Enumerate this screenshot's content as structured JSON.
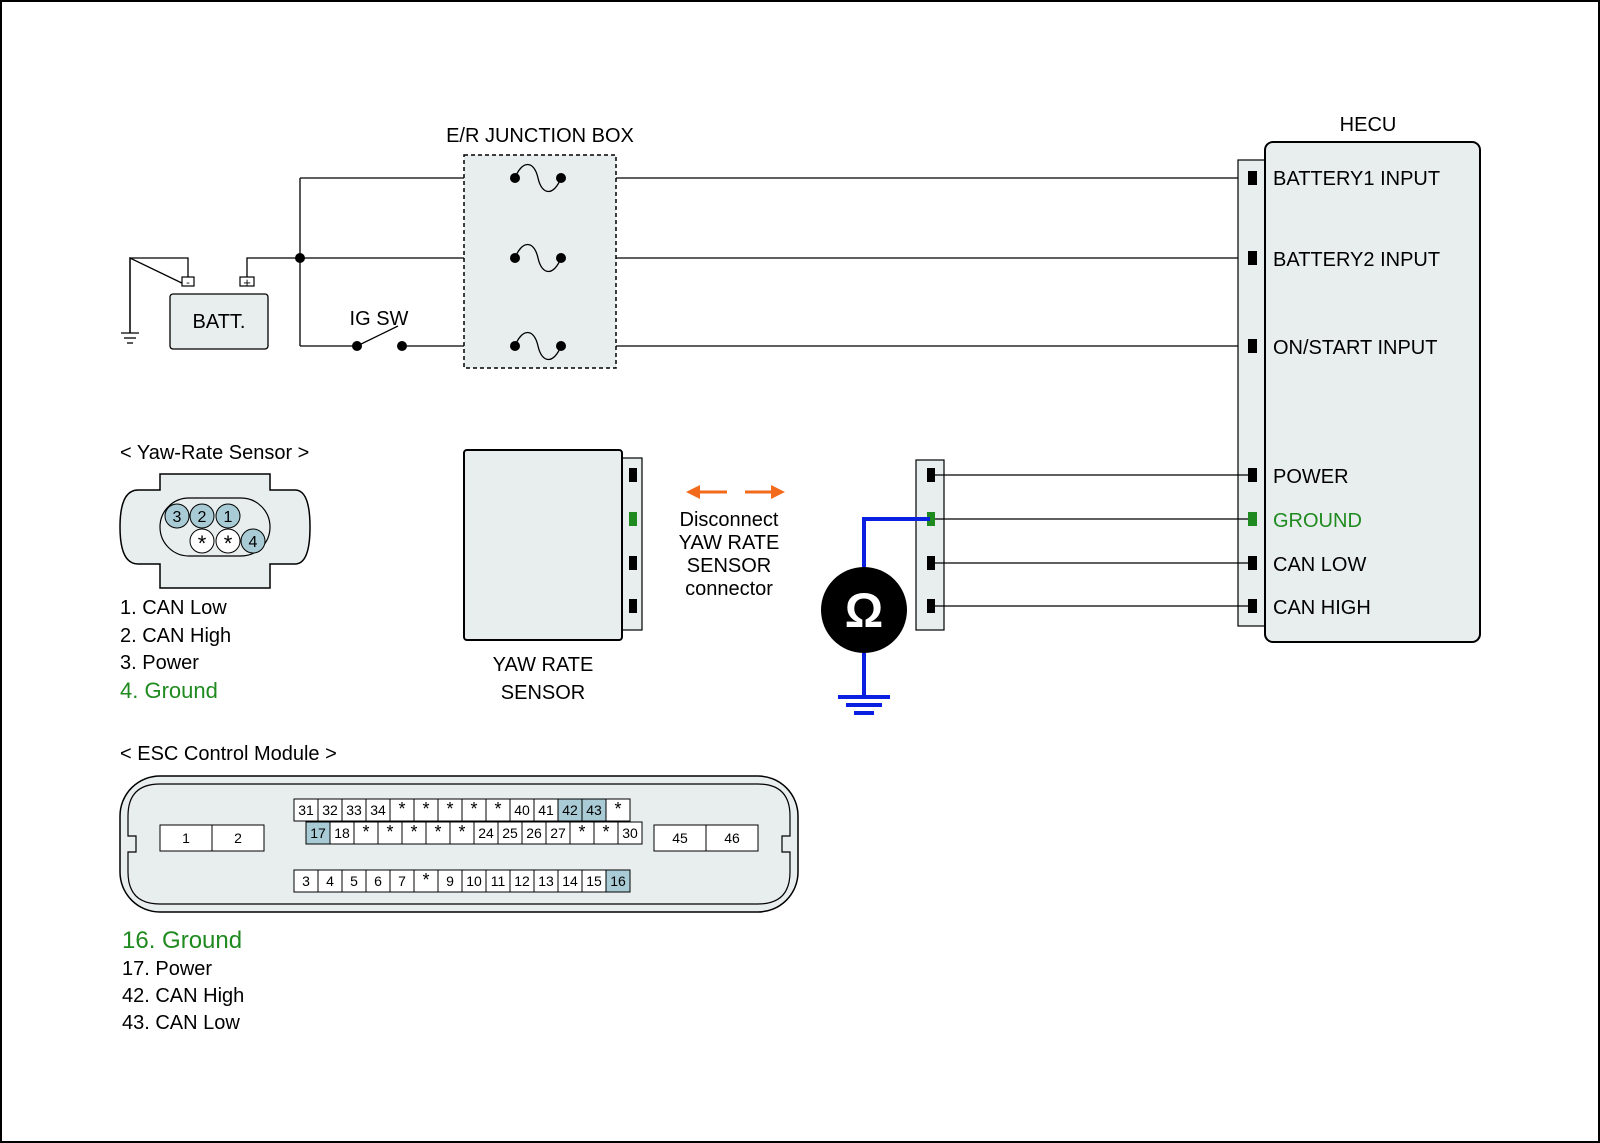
{
  "colors": {
    "wire": "#000000",
    "box_fill": "#e8eeee",
    "pin_highlight": "#a9cbd5",
    "ground_green": "#1f8a1f",
    "meter_lead": "#0b1fe0",
    "arrow_orange": "#f26a1b"
  },
  "junction_box": {
    "title": "E/R JUNCTION BOX"
  },
  "battery": {
    "label": "BATT.",
    "neg": "-",
    "pos": "+"
  },
  "ig_switch": {
    "label": "IG SW"
  },
  "hecu": {
    "title": "HECU",
    "inputs": [
      "BATTERY1 INPUT",
      "BATTERY2 INPUT",
      "ON/START INPUT",
      "POWER",
      "GROUND",
      "CAN LOW",
      "CAN HIGH"
    ]
  },
  "yaw_sensor": {
    "header": "< Yaw-Rate Sensor >",
    "pins_top": [
      "3",
      "2",
      "1"
    ],
    "pins_bottom": [
      "*",
      "*",
      "4"
    ],
    "legend": [
      "1. CAN Low",
      "2. CAN High",
      "3. Power",
      "4. Ground"
    ],
    "box_label_line1": "YAW RATE",
    "box_label_line2": "SENSOR"
  },
  "instruction": {
    "line1": "Disconnect",
    "line2": "YAW RATE",
    "line3": "SENSOR",
    "line4": "connector"
  },
  "meter": {
    "symbol": "Ω"
  },
  "esc_module": {
    "header": "< ESC Control Module >",
    "left_pins": [
      "1",
      "2"
    ],
    "right_pins": [
      "45",
      "46"
    ],
    "row_top": [
      "31",
      "32",
      "33",
      "34",
      "*",
      "*",
      "*",
      "*",
      "*",
      "40",
      "41",
      "42",
      "43",
      "*"
    ],
    "row_mid": [
      "17",
      "18",
      "*",
      "*",
      "*",
      "*",
      "*",
      "24",
      "25",
      "26",
      "27",
      "*",
      "*",
      "30"
    ],
    "row_bottom": [
      "3",
      "4",
      "5",
      "6",
      "7",
      "*",
      "9",
      "10",
      "11",
      "12",
      "13",
      "14",
      "15",
      "16"
    ],
    "legend": [
      "16. Ground",
      "17. Power",
      "42. CAN High",
      "43. CAN Low"
    ]
  }
}
